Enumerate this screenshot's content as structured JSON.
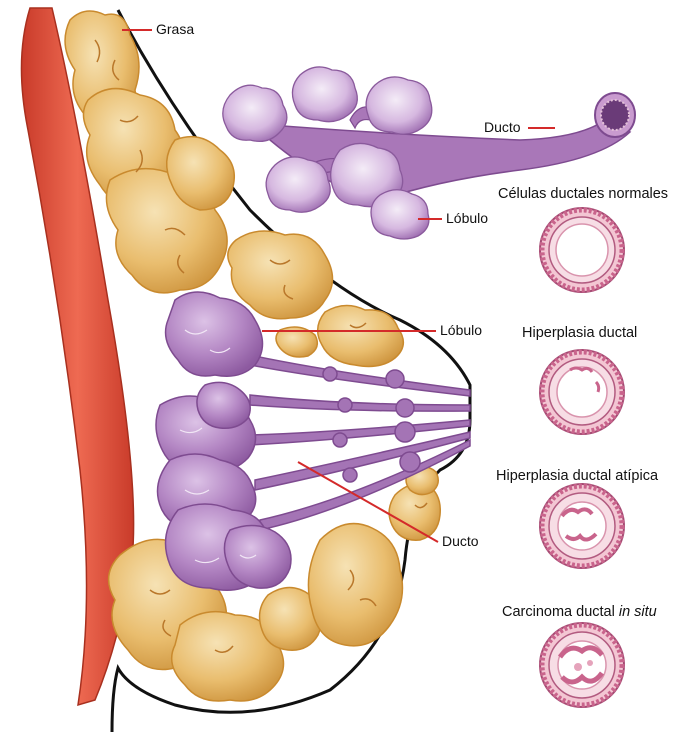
{
  "labels": {
    "grasa": "Grasa",
    "ducto_top": "Ducto",
    "lobulo_top": "Lóbulo",
    "lobulo_mid": "Lóbulo",
    "ducto_mid": "Ducto"
  },
  "stages": [
    {
      "caption": "Células ductales normales"
    },
    {
      "caption": "Hiperplasia ductal"
    },
    {
      "caption": "Hiperplasia ductal atípica"
    },
    {
      "caption": "Carcinoma ductal ",
      "caption_italic": "in situ"
    }
  ],
  "colors": {
    "muscle": "#e0553f",
    "fat": "#e8b86a",
    "fat_dark": "#c98a2e",
    "lobule": "#a673b6",
    "duct": "#9a66a8",
    "cell_ring": "#d58fa6",
    "leader": "#d42a2a",
    "outline": "#111111"
  }
}
